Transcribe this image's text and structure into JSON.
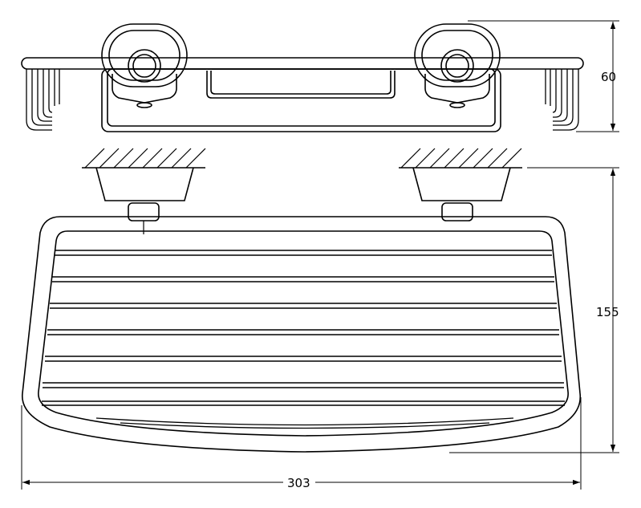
{
  "dimensions": {
    "height_top_view": "60",
    "depth_side_view": "155",
    "width_overall": "303"
  },
  "colors": {
    "line": "#000000",
    "background": "#ffffff"
  }
}
